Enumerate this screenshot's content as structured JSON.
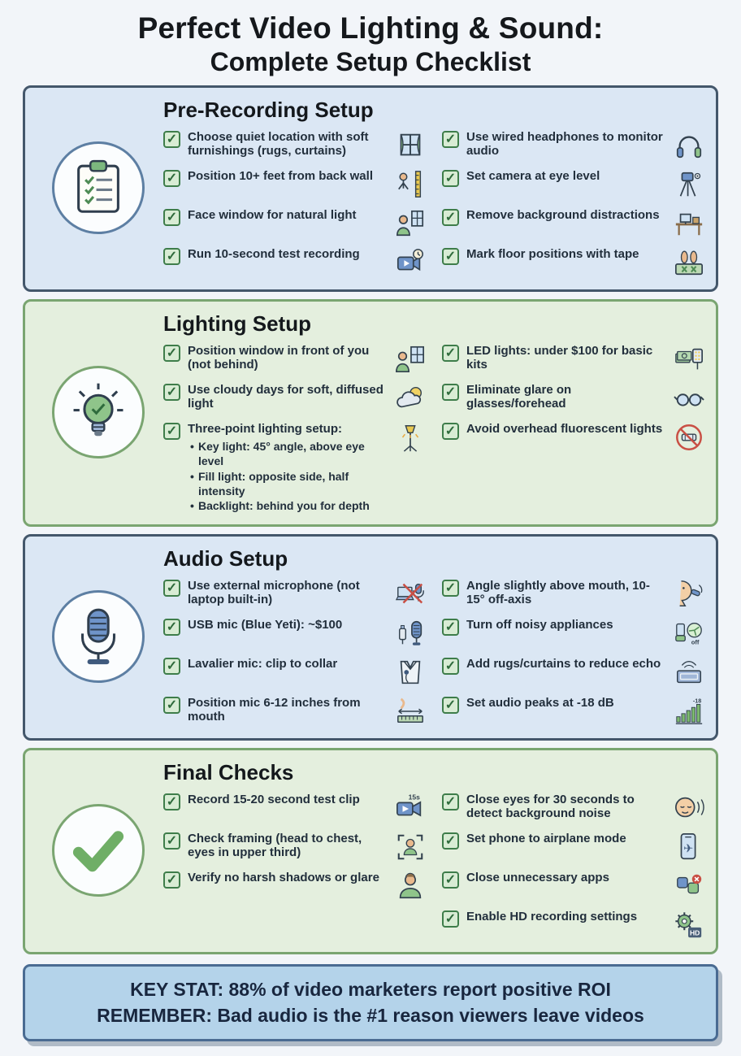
{
  "check_glyph": "✓",
  "title": {
    "line1": "Perfect Video Lighting & Sound:",
    "line2": "Complete Setup Checklist"
  },
  "icon_labels": {
    "camera_15s": "15s",
    "audio_meter": "-18",
    "appliances_off": "off",
    "hd": "HD"
  },
  "colors": {
    "blue_card_bg": "#dbe7f4",
    "blue_card_border": "#44576b",
    "green_card_bg": "#e4efde",
    "green_card_border": "#7aa571",
    "checkbox_green": "#3e7d4a",
    "footer_bg": "#b4d3ea",
    "footer_border": "#4a6b92"
  },
  "sections": [
    {
      "id": "pre-recording-setup",
      "title": "Pre-Recording Setup",
      "theme": "blue",
      "icon": "clipboard-icon",
      "left": [
        {
          "text": "Choose quiet location with soft furnishings (rugs, curtains)",
          "icon": "window-curtains-icon"
        },
        {
          "text": "Position 10+ feet from back wall",
          "icon": "wall-distance-icon"
        },
        {
          "text": "Face window for natural light",
          "icon": "person-window-icon"
        },
        {
          "text": "Run 10-second test recording",
          "icon": "test-recording-icon"
        }
      ],
      "right": [
        {
          "text": "Use wired headphones to monitor audio",
          "icon": "headphones-icon"
        },
        {
          "text": "Set camera at eye level",
          "icon": "camera-tripod-icon"
        },
        {
          "text": "Remove background distractions",
          "icon": "desk-icon"
        },
        {
          "text": "Mark floor positions with tape",
          "icon": "floor-tape-icon"
        }
      ]
    },
    {
      "id": "lighting-setup",
      "title": "Lighting Setup",
      "theme": "green",
      "icon": "lightbulb-icon",
      "left": [
        {
          "text": "Position window in front of you (not behind)",
          "icon": "person-window-front-icon"
        },
        {
          "text": "Use cloudy days for soft, diffused light",
          "icon": "cloud-sun-icon"
        },
        {
          "text": "Three-point lighting setup:",
          "icon": "light-stand-icon",
          "subitems": [
            "Key light: 45° angle, above eye level",
            "Fill light: opposite side, half intensity",
            "Backlight: behind you for depth"
          ]
        }
      ],
      "right": [
        {
          "text": "LED lights: under $100 for basic kits",
          "icon": "led-kit-icon"
        },
        {
          "text": "Eliminate glare on glasses/forehead",
          "icon": "glasses-icon"
        },
        {
          "text": "Avoid overhead fluorescent lights",
          "icon": "no-fluorescent-icon"
        }
      ]
    },
    {
      "id": "audio-setup",
      "title": "Audio Setup",
      "theme": "blue",
      "icon": "microphone-icon",
      "left": [
        {
          "text": "Use external microphone (not laptop built-in)",
          "icon": "no-laptop-mic-icon"
        },
        {
          "text": "USB mic (Blue Yeti): ~$100",
          "icon": "usb-mic-icon"
        },
        {
          "text": "Lavalier mic: clip to collar",
          "icon": "lavalier-icon"
        },
        {
          "text": "Position mic 6-12 inches from mouth",
          "icon": "mic-distance-icon"
        }
      ],
      "right": [
        {
          "text": "Angle slightly above mouth, 10-15° off-axis",
          "icon": "mouth-mic-angle-icon"
        },
        {
          "text": "Turn off noisy appliances",
          "icon": "appliances-off-icon"
        },
        {
          "text": "Add rugs/curtains to reduce echo",
          "icon": "rug-echo-icon"
        },
        {
          "text": "Set audio peaks at -18 dB",
          "icon": "audio-meter-icon"
        }
      ]
    },
    {
      "id": "final-checks",
      "title": "Final Checks",
      "theme": "green",
      "icon": "checkmark-icon",
      "left": [
        {
          "text": "Record 15-20 second test clip",
          "icon": "camera-15s-icon"
        },
        {
          "text": "Check framing (head to chest, eyes in upper third)",
          "icon": "framing-icon"
        },
        {
          "text": "Verify no harsh shadows or glare",
          "icon": "person-check-icon"
        }
      ],
      "right": [
        {
          "text": "Close eyes for 30 seconds to detect background noise",
          "icon": "face-listen-icon"
        },
        {
          "text": "Set phone to airplane mode",
          "icon": "phone-airplane-icon"
        },
        {
          "text": "Close unnecessary apps",
          "icon": "close-apps-icon"
        },
        {
          "text": "Enable HD recording settings",
          "icon": "hd-settings-icon"
        }
      ]
    }
  ],
  "footer": {
    "line1": "KEY STAT: 88% of video marketers report positive ROI",
    "line2": "REMEMBER: Bad audio is the #1 reason viewers leave videos"
  }
}
